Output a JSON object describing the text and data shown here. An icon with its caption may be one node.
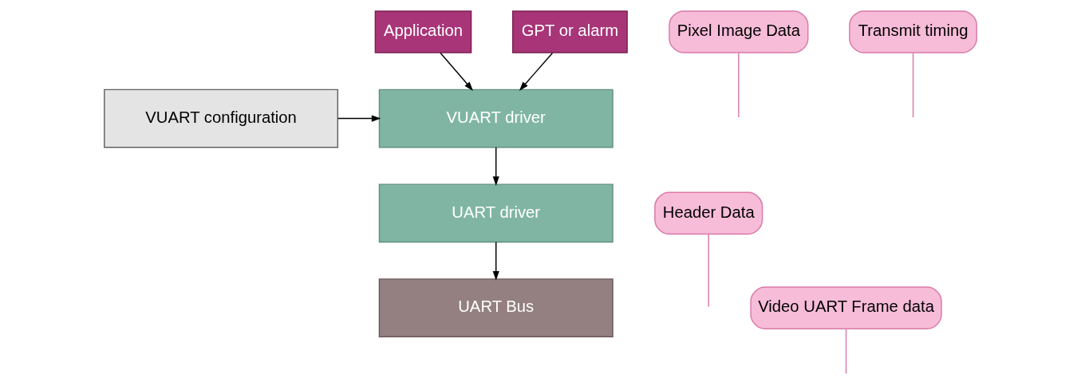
{
  "diagram": {
    "nodes": [
      {
        "text": [
          "Application"
        ]
      },
      {
        "text": [
          "GPT or alarm"
        ]
      },
      {
        "text": [
          "VUART driver"
        ]
      },
      {
        "text": [
          "VUART configuration"
        ]
      },
      {
        "text": [
          "UART driver"
        ]
      },
      {
        "text": [
          "UART Bus"
        ]
      },
      {
        "text": [
          "Pixel Image Data"
        ]
      },
      {
        "text": [
          "Transmit timing"
        ]
      },
      {
        "text": [
          "Header Data"
        ]
      },
      {
        "text": [
          "Video UART Frame data"
        ]
      }
    ],
    "edges": [
      {
        "from": 0,
        "to": 2,
        "arrow": "to"
      },
      {
        "from": 1,
        "to": 2,
        "arrow": "to"
      },
      {
        "from": 3,
        "to": 2,
        "arrow": "to"
      },
      {
        "from": 2,
        "to": 4,
        "arrow": "to"
      },
      {
        "from": 4,
        "to": 5,
        "arrow": "to"
      },
      {
        "from": 6,
        "to": null,
        "arrow": "none",
        "color": "#d87aa8"
      },
      {
        "from": 7,
        "to": null,
        "arrow": "none",
        "color": "#d87aa8"
      },
      {
        "from": 8,
        "to": null,
        "arrow": "none",
        "color": "#d87aa8"
      },
      {
        "from": 9,
        "to": null,
        "arrow": "none",
        "color": "#d87aa8"
      }
    ]
  }
}
